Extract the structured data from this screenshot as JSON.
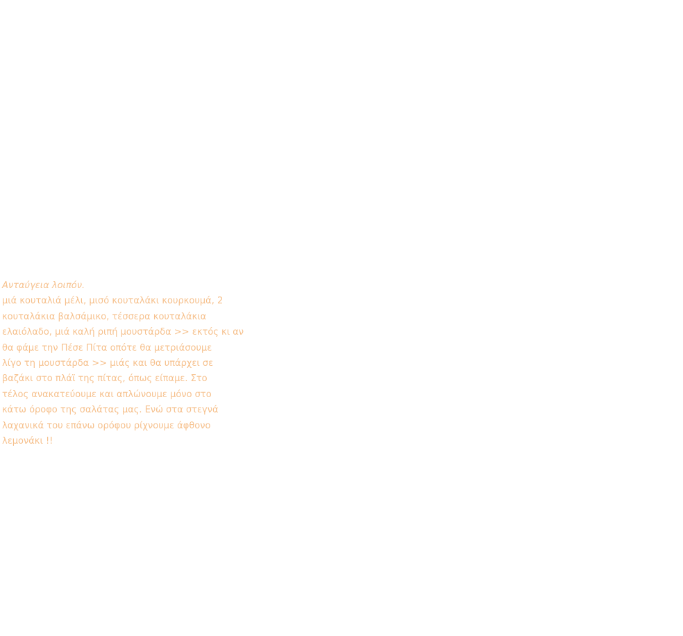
{
  "content": {
    "title": "Ανταύγεια λοιπόν.",
    "lines": [
      "μιά κουταλιά μέλι, μισό κουταλάκι κουρκουμά, 2",
      "κουταλάκια βαλσάμικο, τέσσερα κουταλάκια",
      "ελαιόλαδο, μιά καλή ριπή μουστάρδα >> εκτός κι αν",
      "θα φάμε την Πέσε Πίτα οπότε θα μετριάσουμε",
      "λίγο τη μουστάρδα >> μιάς και θα υπάρχει σε",
      "βαζάκι στο πλάϊ της πίτας, όπως είπαμε. Στο",
      "τέλος ανακατεύουμε και απλώνουμε μόνο στο",
      "κάτω όροφο της σαλάτας μας. Ενώ στα στεγνά",
      "λαχανικά του επάνω ορόφου ρίχνουμε άφθονο",
      "λεμονάκι !!"
    ]
  },
  "colors": {
    "background": "#ffffff",
    "text": "#f6c08c"
  }
}
